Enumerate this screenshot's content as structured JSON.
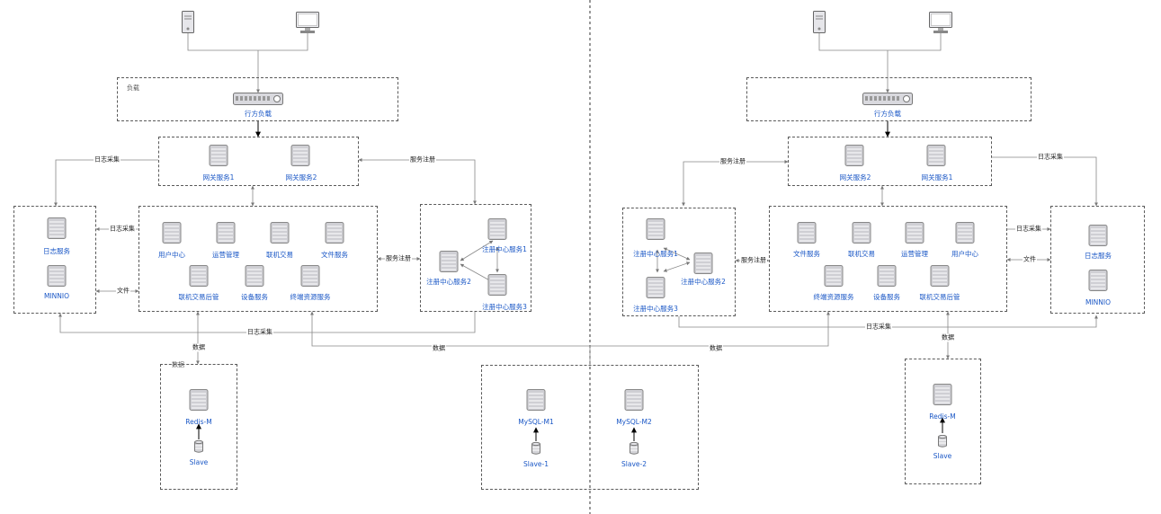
{
  "left": {
    "load_group_label": "负载",
    "load_balancer_label": "行方负载",
    "gateway_services": [
      "网关服务1",
      "网关服务2"
    ],
    "log_box": [
      "日志服务",
      "MINNIO"
    ],
    "app_row1": [
      "用户中心",
      "运营管理",
      "联机交易",
      "文件服务"
    ],
    "app_row2": [
      "联机交易后管",
      "设备服务",
      "终端资源服务"
    ],
    "registry": [
      "注册中心服务1",
      "注册中心服务2",
      "注册中心服务3"
    ],
    "redis_group_label": "数据",
    "redis_master": "Redis-M",
    "redis_slave": "Slave"
  },
  "right": {
    "load_balancer_label": "行方负载",
    "gateway_services": [
      "网关服务2",
      "网关服务1"
    ],
    "app_row1": [
      "文件服务",
      "联机交易",
      "运营管理",
      "用户中心"
    ],
    "app_row2": [
      "终端资源服务",
      "设备服务",
      "联机交易后管"
    ],
    "log_box": [
      "日志服务",
      "MINNIO"
    ],
    "registry": [
      "注册中心服务1",
      "注册中心服务2",
      "注册中心服务3"
    ],
    "redis_master": "Redis-M",
    "redis_slave": "Slave"
  },
  "mysql": {
    "masters": [
      "MySQL-M1",
      "MySQL-M2"
    ],
    "slaves": [
      "Slave-1",
      "Slave-2"
    ]
  },
  "edge_labels": {
    "log_collect": "日志采集",
    "service_register": "服务注册",
    "file": "文件",
    "data": "数据"
  }
}
